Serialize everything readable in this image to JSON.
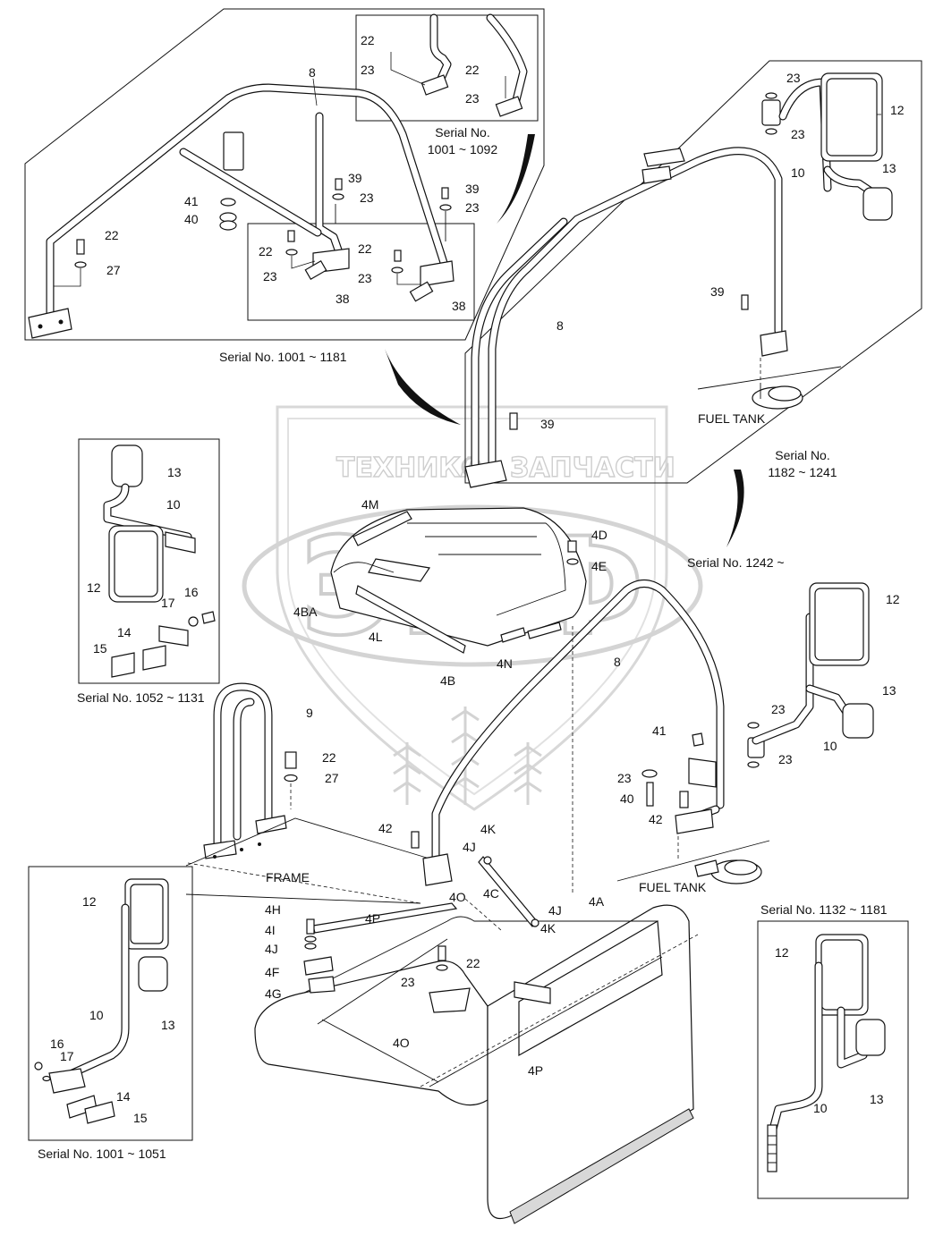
{
  "watermark": {
    "brand_line_left": "ТЕХНИКА",
    "brand_line_right": "ЗАПЧАСТИ",
    "logo_letters": "ЭПФ"
  },
  "serial_captions": {
    "top_left": "Serial No. 1001 ~ 1181",
    "top_inset_line1": "Serial No.",
    "top_inset_line2": "1001 ~ 1092",
    "right_line1": "Serial No.",
    "right_line2": "1182 ~ 1241",
    "middle_right": "Serial No. 1242 ~",
    "left_mid": "Serial No. 1052 ~ 1131",
    "bottom_left": "Serial No. 1001 ~ 1051",
    "bottom_right": "Serial No. 1132 ~ 1181"
  },
  "area_labels": {
    "fuel_tank_top": "FUEL TANK",
    "fuel_tank_mid": "FUEL TANK",
    "frame": "FRAME"
  },
  "callouts": {
    "top_inset": [
      "22",
      "23",
      "22",
      "23"
    ],
    "top_left": [
      "8",
      "41",
      "40",
      "22",
      "27",
      "39",
      "23",
      "39",
      "23"
    ],
    "top_left_inner": [
      "22",
      "23",
      "38",
      "22",
      "23",
      "38"
    ],
    "top_right": [
      "23",
      "23",
      "12",
      "10",
      "13",
      "39",
      "8",
      "39"
    ],
    "left_mirror": [
      "13",
      "10",
      "12",
      "17",
      "16",
      "14",
      "15"
    ],
    "guard": [
      "9",
      "22",
      "27"
    ],
    "seat": [
      "4M",
      "4D",
      "4E",
      "4BA",
      "4L",
      "4N",
      "8",
      "4B"
    ],
    "mid_right": [
      "12",
      "13",
      "23",
      "41",
      "10",
      "23",
      "23",
      "40",
      "42"
    ],
    "base": [
      "42",
      "4K",
      "4J",
      "4C",
      "4J",
      "4K",
      "4A",
      "4O",
      "4H",
      "4I",
      "4J",
      "4F",
      "4G",
      "4P",
      "22",
      "23",
      "4O",
      "4P"
    ],
    "bottom_left": [
      "12",
      "13",
      "10",
      "16",
      "17",
      "14",
      "15"
    ],
    "bottom_right": [
      "12",
      "10",
      "13"
    ]
  }
}
